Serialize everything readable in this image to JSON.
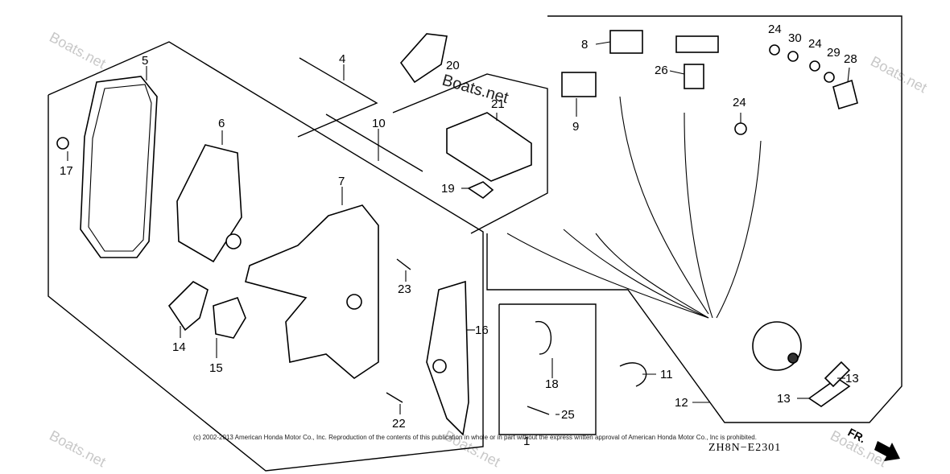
{
  "watermark": {
    "text": "Boats.net"
  },
  "brand_text": "Boats.net",
  "copyright": "(c) 2002-2013 American Honda Motor Co., Inc. Reproduction of the contents of this publication in whole or in part without the express written approval of American Honda Motor Co., Inc is prohibited.",
  "diagram_code": "ZH8N−E2301",
  "direction_label": "FR.",
  "callouts": [
    {
      "id": "c5",
      "text": "5"
    },
    {
      "id": "c17",
      "text": "17"
    },
    {
      "id": "c6",
      "text": "6"
    },
    {
      "id": "c4",
      "text": "4"
    },
    {
      "id": "c10",
      "text": "10"
    },
    {
      "id": "c20",
      "text": "20"
    },
    {
      "id": "c21",
      "text": "21"
    },
    {
      "id": "c19",
      "text": "19"
    },
    {
      "id": "c7",
      "text": "7"
    },
    {
      "id": "c23",
      "text": "23"
    },
    {
      "id": "c14",
      "text": "14"
    },
    {
      "id": "c15",
      "text": "15"
    },
    {
      "id": "c16",
      "text": "16"
    },
    {
      "id": "c22",
      "text": "22"
    },
    {
      "id": "c8",
      "text": "8"
    },
    {
      "id": "c9",
      "text": "9"
    },
    {
      "id": "c26",
      "text": "26"
    },
    {
      "id": "c24a",
      "text": "24"
    },
    {
      "id": "c30",
      "text": "30"
    },
    {
      "id": "c24b",
      "text": "24"
    },
    {
      "id": "c29",
      "text": "29"
    },
    {
      "id": "c28",
      "text": "28"
    },
    {
      "id": "c24c",
      "text": "24"
    },
    {
      "id": "c18",
      "text": "18"
    },
    {
      "id": "c25",
      "text": "25"
    },
    {
      "id": "c1",
      "text": "1"
    },
    {
      "id": "c11",
      "text": "11"
    },
    {
      "id": "c12",
      "text": "12"
    },
    {
      "id": "c13a",
      "text": "13"
    },
    {
      "id": "c13b",
      "text": "13"
    }
  ]
}
